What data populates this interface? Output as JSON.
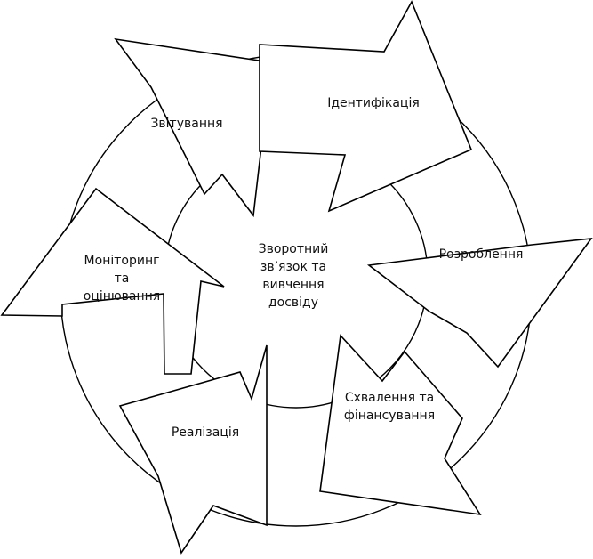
{
  "center": {
    "lines": [
      "Зворотний",
      "зв’язок та",
      "вивчення",
      "досвіду"
    ]
  },
  "stages": [
    {
      "id": "identification",
      "lines": [
        "Ідентифікація"
      ]
    },
    {
      "id": "development",
      "lines": [
        "Розроблення"
      ]
    },
    {
      "id": "approval",
      "lines": [
        "Схвалення та",
        "фінансування"
      ]
    },
    {
      "id": "implementation",
      "lines": [
        "Реалізація"
      ]
    },
    {
      "id": "monitoring",
      "lines": [
        "Моніторинг",
        "та",
        "оцінювання"
      ]
    },
    {
      "id": "reporting",
      "lines": [
        "Звітування"
      ]
    }
  ],
  "colors": {
    "stroke": "#000000",
    "fill": "#ffffff",
    "text": "#111111"
  }
}
